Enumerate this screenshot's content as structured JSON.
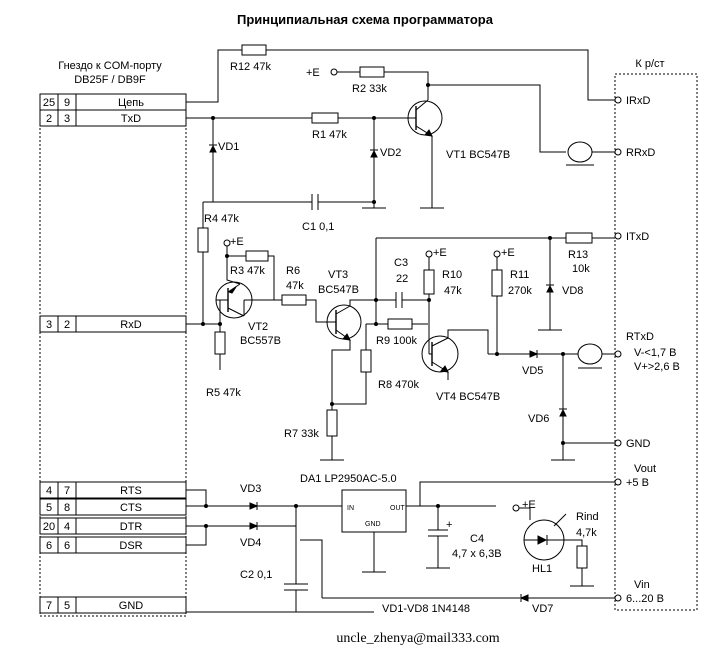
{
  "title": "Принципиальная схема программатора",
  "left_header": [
    "Гнездо к COM-порту",
    "DB25F / DB9F"
  ],
  "right_header": "К р/ст",
  "footer_email": "uncle_zhenya@mail333.com",
  "pins": [
    {
      "a": "25",
      "b": "9",
      "name": "Цепь"
    },
    {
      "a": "2",
      "b": "3",
      "name": "TxD"
    },
    {
      "a": "3",
      "b": "2",
      "name": "RxD"
    },
    {
      "a": "4",
      "b": "7",
      "name": "RTS"
    },
    {
      "a": "5",
      "b": "8",
      "name": "CTS"
    },
    {
      "a": "20",
      "b": "4",
      "name": "DTR"
    },
    {
      "a": "6",
      "b": "6",
      "name": "DSR"
    },
    {
      "a": "7",
      "b": "5",
      "name": "GND"
    }
  ],
  "right_terminals": {
    "irxd": "IRxD",
    "rrxd": "RRxD",
    "itxd": "ITxD",
    "rtxd": [
      "RTxD",
      "V-<1,7 В",
      "V+>2,6 В"
    ],
    "gnd": "GND",
    "vout": [
      "Vout",
      "+5 В"
    ],
    "vin": [
      "Vin",
      "6...20 В"
    ]
  },
  "components": {
    "r12": "R12 47k",
    "plus_e_top": "+E",
    "r2": "R2 33k",
    "r1": "R1 47k",
    "vt1": "VT1 BC547B",
    "vd1": "VD1",
    "vd2": "VD2",
    "c1": "C1  0,1",
    "r4": "R4 47k",
    "plus_e_vt2": "+E",
    "r3": "R3 47k",
    "r6": [
      "R6",
      "47k"
    ],
    "vt3": [
      "VT3",
      "BC547B"
    ],
    "vt2": [
      "VT2",
      "BC557B"
    ],
    "r5": "R5  47k",
    "c3": [
      "C3",
      "22"
    ],
    "plus_e_r10": "+E",
    "r10": [
      "R10",
      "47k"
    ],
    "plus_e_r11": "+E",
    "r11": [
      "R11",
      "270k"
    ],
    "r13": [
      "R13",
      "10k"
    ],
    "vd8": "VD8",
    "r9": "R9 100k",
    "r8": "R8 470k",
    "vt4": "VT4 BC547B",
    "vd5": "VD5",
    "vd6": "VD6",
    "r7": "R7 33k",
    "da1": "DA1 LP2950AC-5.0",
    "in": "IN",
    "out": "OUT",
    "gnd_ic": "GND",
    "vd3": "VD3",
    "vd4": "VD4",
    "c4": [
      "C4",
      "4,7 х 6,3В"
    ],
    "plus_e_led": "+E",
    "rind": [
      "Rind",
      "4,7k"
    ],
    "hl1": "HL1",
    "c2": "C2  0,1",
    "vd7": "VD7",
    "diodes_note": "VD1-VD8 1N4148"
  }
}
